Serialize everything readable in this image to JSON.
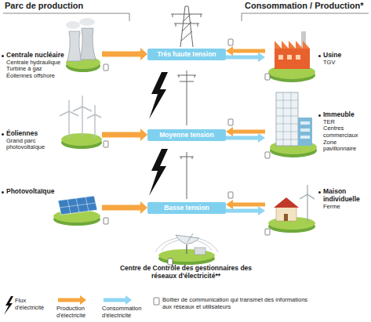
{
  "diagram": {
    "nodes": [
      {
        "text": [
          "Centrale nucléaire",
          "Centrale hydraulique",
          "Turbine à gaz",
          "Éoliennes offshore"
        ]
      },
      {
        "text": [
          "Très haute tension"
        ]
      },
      {
        "text": [
          "Usine",
          "TGV"
        ]
      },
      {
        "text": [
          "Éoliennes",
          "Grand parc photovoltaïque"
        ]
      },
      {
        "text": [
          "Moyenne tension"
        ]
      },
      {
        "text": [
          "Immeuble",
          "TER",
          "Centres commerciaux",
          "Zone pavillonnaire"
        ]
      },
      {
        "text": [
          "Photovoltaïque"
        ]
      },
      {
        "text": [
          "Basse tension"
        ]
      },
      {
        "text": [
          "Maison individuelle",
          "Ferme"
        ]
      },
      {
        "text": [
          "Centre de Contrôle des gestionnaires des réseaux d'électricité**"
        ]
      }
    ],
    "edges": [
      {
        "from": 0,
        "to": 1,
        "arrow": "to"
      },
      {
        "from": 1,
        "to": 2,
        "arrow": "to"
      },
      {
        "from": 2,
        "to": 1,
        "arrow": "to"
      },
      {
        "from": 3,
        "to": 4,
        "arrow": "to"
      },
      {
        "from": 4,
        "to": 5,
        "arrow": "to"
      },
      {
        "from": 5,
        "to": 4,
        "arrow": "to"
      },
      {
        "from": 6,
        "to": 7,
        "arrow": "to"
      },
      {
        "from": 7,
        "to": 8,
        "arrow": "to"
      },
      {
        "from": 8,
        "to": 7,
        "arrow": "to"
      }
    ],
    "labels": [
      "Parc de production",
      "Consommation / Production*"
    ],
    "legend": [
      {
        "text": "Flux d'électricité"
      },
      {
        "text": "Production d'électricité",
        "color": "#f7a540"
      },
      {
        "text": "Consommation d'électricité",
        "color": "#8fd6f2"
      },
      {
        "text": "Boîtier de communication qui transmet des informations aux réseaux et utilisateurs"
      }
    ]
  }
}
